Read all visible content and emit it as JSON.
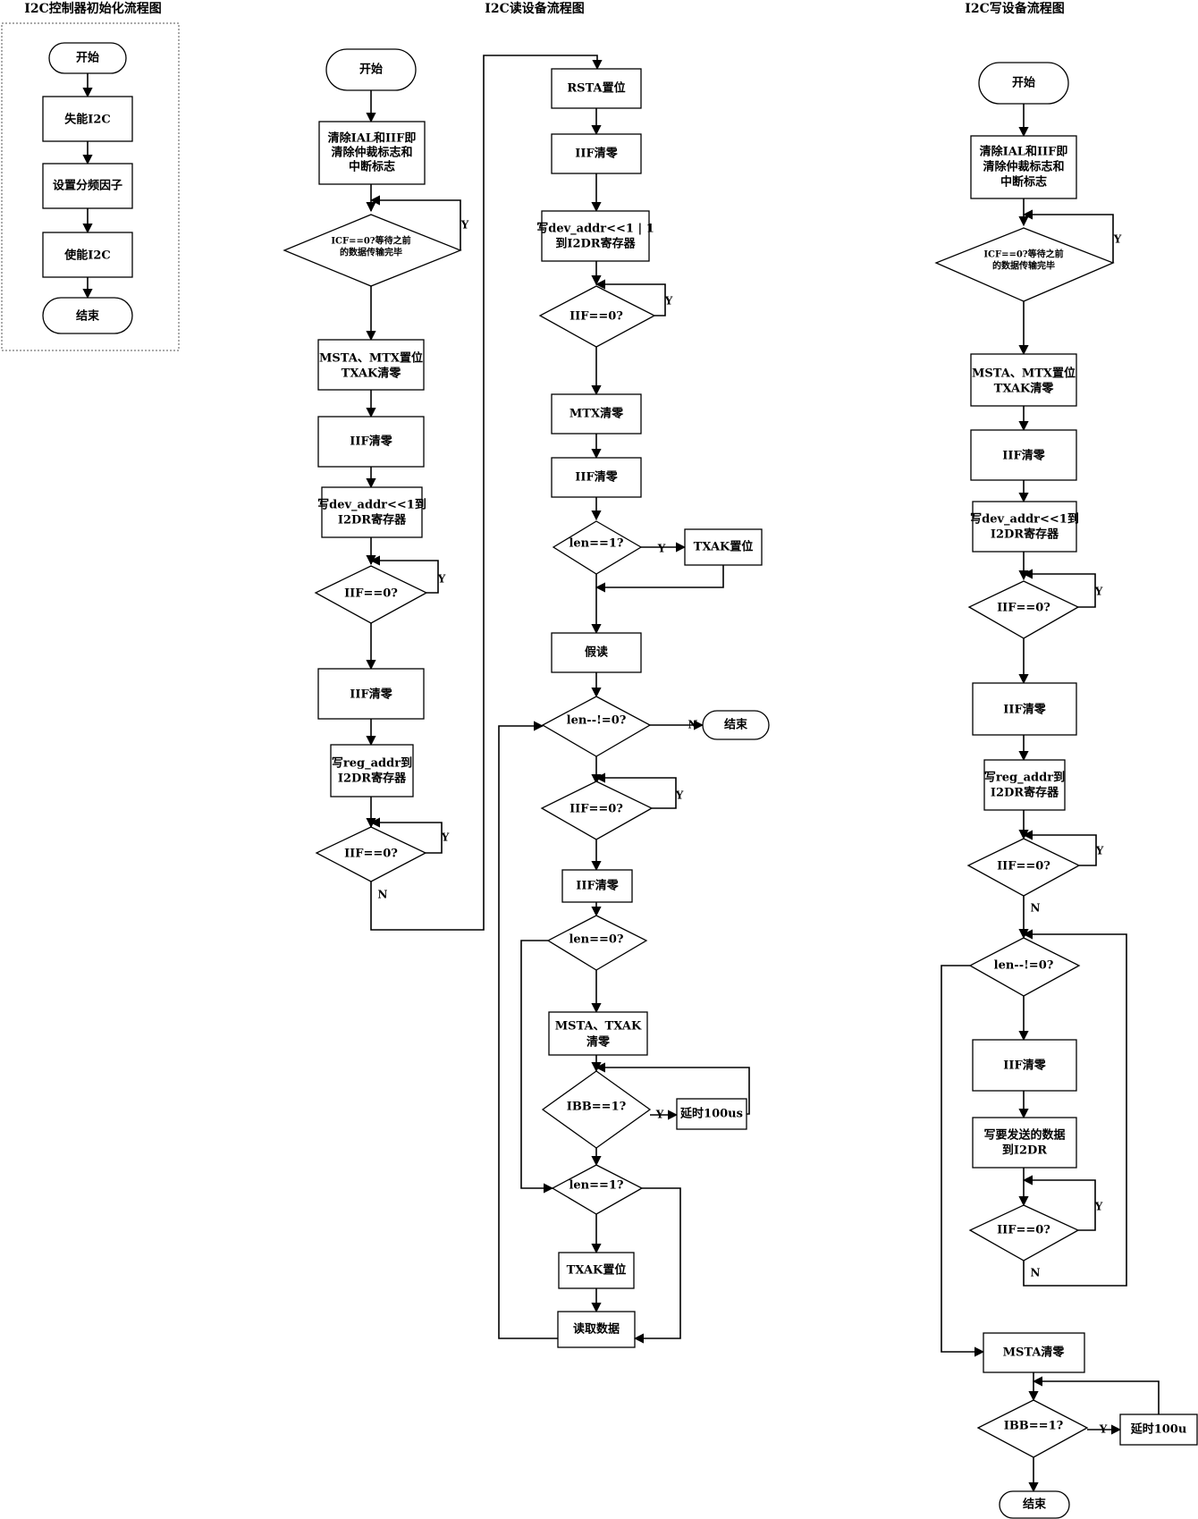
{
  "titles": {
    "init": "I2C控制器初始化流程图",
    "read": "I2C读设备流程图",
    "write": "I2C写设备流程图"
  },
  "init_flow": {
    "start": "开始",
    "step1": "失能I2C",
    "step2": "设置分频因子",
    "step3": "使能I2C",
    "end": "结束"
  },
  "read_flow": {
    "start": "开始",
    "clear_flags": [
      "清除IAL和IIF即",
      "清除仲裁标志和",
      "中断标志"
    ],
    "icf_check": [
      "ICF==0?等待之前",
      "的数据传输完毕"
    ],
    "msta_mtx_set": [
      "MSTA、MTX置位",
      "TXAK清零"
    ],
    "iif_clear_1": "IIF清零",
    "write_dev_addr": [
      "写dev_addr<<1到",
      "I2DR寄存器"
    ],
    "iif_check_1": "IIF==0?",
    "iif_clear_2": "IIF清零",
    "write_reg_addr": [
      "写reg_addr到",
      "I2DR寄存器"
    ],
    "iif_check_2": "IIF==0?",
    "rsta_set": "RSTA置位",
    "iif_clear_3": "IIF清零",
    "write_dev_addr_read": [
      "写dev_addr<<1 | 1",
      "到I2DR寄存器"
    ],
    "iif_check_3": "IIF==0?",
    "mtx_clear": "MTX清零",
    "iif_clear_4": "IIF清零",
    "len_eq_1_check": "len==1?",
    "txak_set_1": "TXAK置位",
    "dummy_read": "假读",
    "len_dec_check": "len--!=0?",
    "end": "结束",
    "iif_check_4": "IIF==0?",
    "iif_clear_5": "IIF清零",
    "len_eq_0_check": "len==0?",
    "msta_txak_clear": [
      "MSTA、TXAK",
      "清零"
    ],
    "ibb_check": "IBB==1?",
    "delay": "延时100us",
    "len_eq_1_check_2": "len==1?",
    "txak_set_2": "TXAK置位",
    "read_data": "读取数据"
  },
  "write_flow": {
    "start": "开始",
    "clear_flags": [
      "清除IAL和IIF即",
      "清除仲裁标志和",
      "中断标志"
    ],
    "icf_check": [
      "ICF==0?等待之前",
      "的数据传输完毕"
    ],
    "msta_mtx_set": [
      "MSTA、MTX置位",
      "TXAK清零"
    ],
    "iif_clear_1": "IIF清零",
    "write_dev_addr": [
      "写dev_addr<<1到",
      "I2DR寄存器"
    ],
    "iif_check_1": "IIF==0?",
    "iif_clear_2": "IIF清零",
    "write_reg_addr": [
      "写reg_addr到",
      "I2DR寄存器"
    ],
    "iif_check_2": "IIF==0?",
    "len_dec_check": "len--!=0?",
    "iif_clear_3": "IIF清零",
    "write_data": [
      "写要发送的数据",
      "到I2DR"
    ],
    "iif_check_3": "IIF==0?",
    "msta_clear": "MSTA清零",
    "ibb_check": "IBB==1?",
    "delay": "延时100u",
    "end": "结束"
  },
  "labels": {
    "yes": "Y",
    "no": "N"
  }
}
